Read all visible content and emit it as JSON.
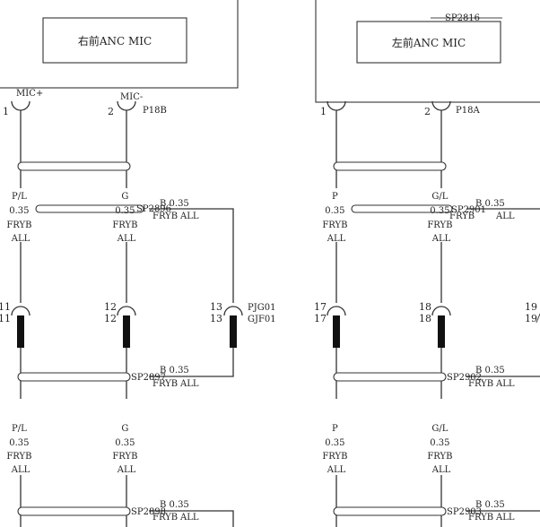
{
  "left_module": {
    "label": "右前ANC MIC",
    "pin1_num": "1",
    "pin1_name": "MIC+",
    "pin2_num": "2",
    "pin2_name": "MIC-",
    "pin2_ref": "P18B"
  },
  "right_module": {
    "splice_top": "SP2816",
    "label": "左前ANC MIC",
    "pin1_num": "1",
    "pin2_num": "2",
    "pin2_ref": "P18A"
  },
  "wires": {
    "left_pin1_upper": [
      "P/L",
      "0.35",
      "FRYB",
      "ALL"
    ],
    "left_pin2_upper": [
      "G",
      "0.35",
      "FRYB",
      "ALL"
    ],
    "left_pin1_lower": [
      "P/L",
      "0.35",
      "FRYB",
      "ALL"
    ],
    "left_pin2_lower": [
      "G",
      "0.35",
      "FRYB",
      "ALL"
    ],
    "right_pin1_upper": [
      "P",
      "0.35",
      "FRYB",
      "ALL"
    ],
    "right_pin2_upper": [
      "G/L",
      "0.35",
      "FRYB",
      "ALL"
    ],
    "right_pin1_lower": [
      "P",
      "0.35",
      "FRYB",
      "ALL"
    ],
    "right_pin2_lower": [
      "G/L",
      "0.35",
      "FRYB",
      "ALL"
    ]
  },
  "splices": {
    "left_upper": {
      "id": "SP2896",
      "spec": "B 0.35",
      "code": "FRYB",
      "opt": "ALL"
    },
    "right_upper": {
      "id": "SP2901",
      "spec": "B 0.35",
      "code": "FRYB",
      "opt": "ALL"
    },
    "left_mid": {
      "id": "SP2897",
      "spec": "B 0.35",
      "code": "FRYB",
      "opt": "ALL"
    },
    "right_mid": {
      "id": "SP2902",
      "spec": "B 0.35",
      "code": "FRYB",
      "opt": "ALL"
    },
    "left_low": {
      "id": "SP2898",
      "spec": "B 0.35",
      "code": "FRYB",
      "opt": "ALL"
    },
    "right_low": {
      "id": "SP2903",
      "spec": "B 0.35",
      "code": "FRYB",
      "opt": "ALL"
    }
  },
  "connectors": {
    "c11": "11",
    "c12": "12",
    "c13": "13",
    "c13_ref1": "PJG01",
    "c13_ref2": "GJF01",
    "c17": "17",
    "c18": "18",
    "c19": "19"
  }
}
